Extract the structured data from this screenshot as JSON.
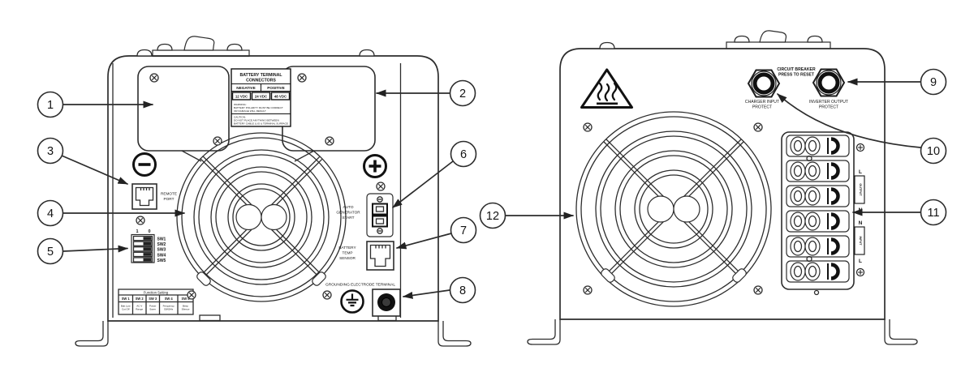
{
  "left_unit": {
    "battery_label": {
      "title1": "BATTERY TERMINAL",
      "title2": "CONNECTORS",
      "negative": "NEGATIVE",
      "positive": "POSITIVE",
      "vdc": [
        "12 VDC",
        "24 VDC",
        "48 VDC"
      ],
      "warning": [
        "WARNING:",
        "BATTERY POLARITY MUST BE CORRECT",
        "OR DAMAGE WILL RESULT"
      ],
      "caution": [
        "CAUTION:",
        "DO NOT PLACE ANYTHING BETWEEN",
        "BATTERY CABLE LUG & TERMINAL SURFACE"
      ]
    },
    "remote_port": [
      "REMOTE",
      "PORT"
    ],
    "dip": {
      "on": "1",
      "off": "0",
      "switches": [
        "SW1",
        "SW2",
        "SW3",
        "SW4",
        "SW5"
      ]
    },
    "function_table": {
      "title": "Function Setting",
      "headers": [
        "SW 1",
        "SW 2",
        "SW 3",
        "SW 4",
        "SW 5"
      ],
      "values": [
        [
          "Batt Low",
          "Cut Off"
        ],
        [
          "AC V",
          "Range"
        ],
        [
          "Power",
          "Saver"
        ],
        [
          "Frequency",
          "50/60Hz"
        ],
        [
          "Beep",
          "Silence"
        ]
      ]
    },
    "auto_generator_start": [
      "AUTO",
      "GENERATOR",
      "START"
    ],
    "battery_temp_sensor": [
      "BATTERY",
      "TEMP",
      "SENSOR"
    ],
    "grounding": "GROUNDING ELECTRODE TERMINAL"
  },
  "right_unit": {
    "circuit_breaker": [
      "CIRCUIT BREAKER",
      "PRESS TO RESET"
    ],
    "charger_protect": [
      "CHARGER INPUT",
      "PROTECT"
    ],
    "inverter_protect": [
      "INVERTER OUTPUT",
      "PROTECT"
    ],
    "terminal_labels": {
      "l_out": "L",
      "output": "OUTPUT",
      "n_out": "N",
      "n_in": "N",
      "input": "INPUT",
      "l_in": "L"
    }
  },
  "callouts": [
    "1",
    "2",
    "3",
    "4",
    "5",
    "6",
    "7",
    "8",
    "9",
    "10",
    "11",
    "12"
  ]
}
